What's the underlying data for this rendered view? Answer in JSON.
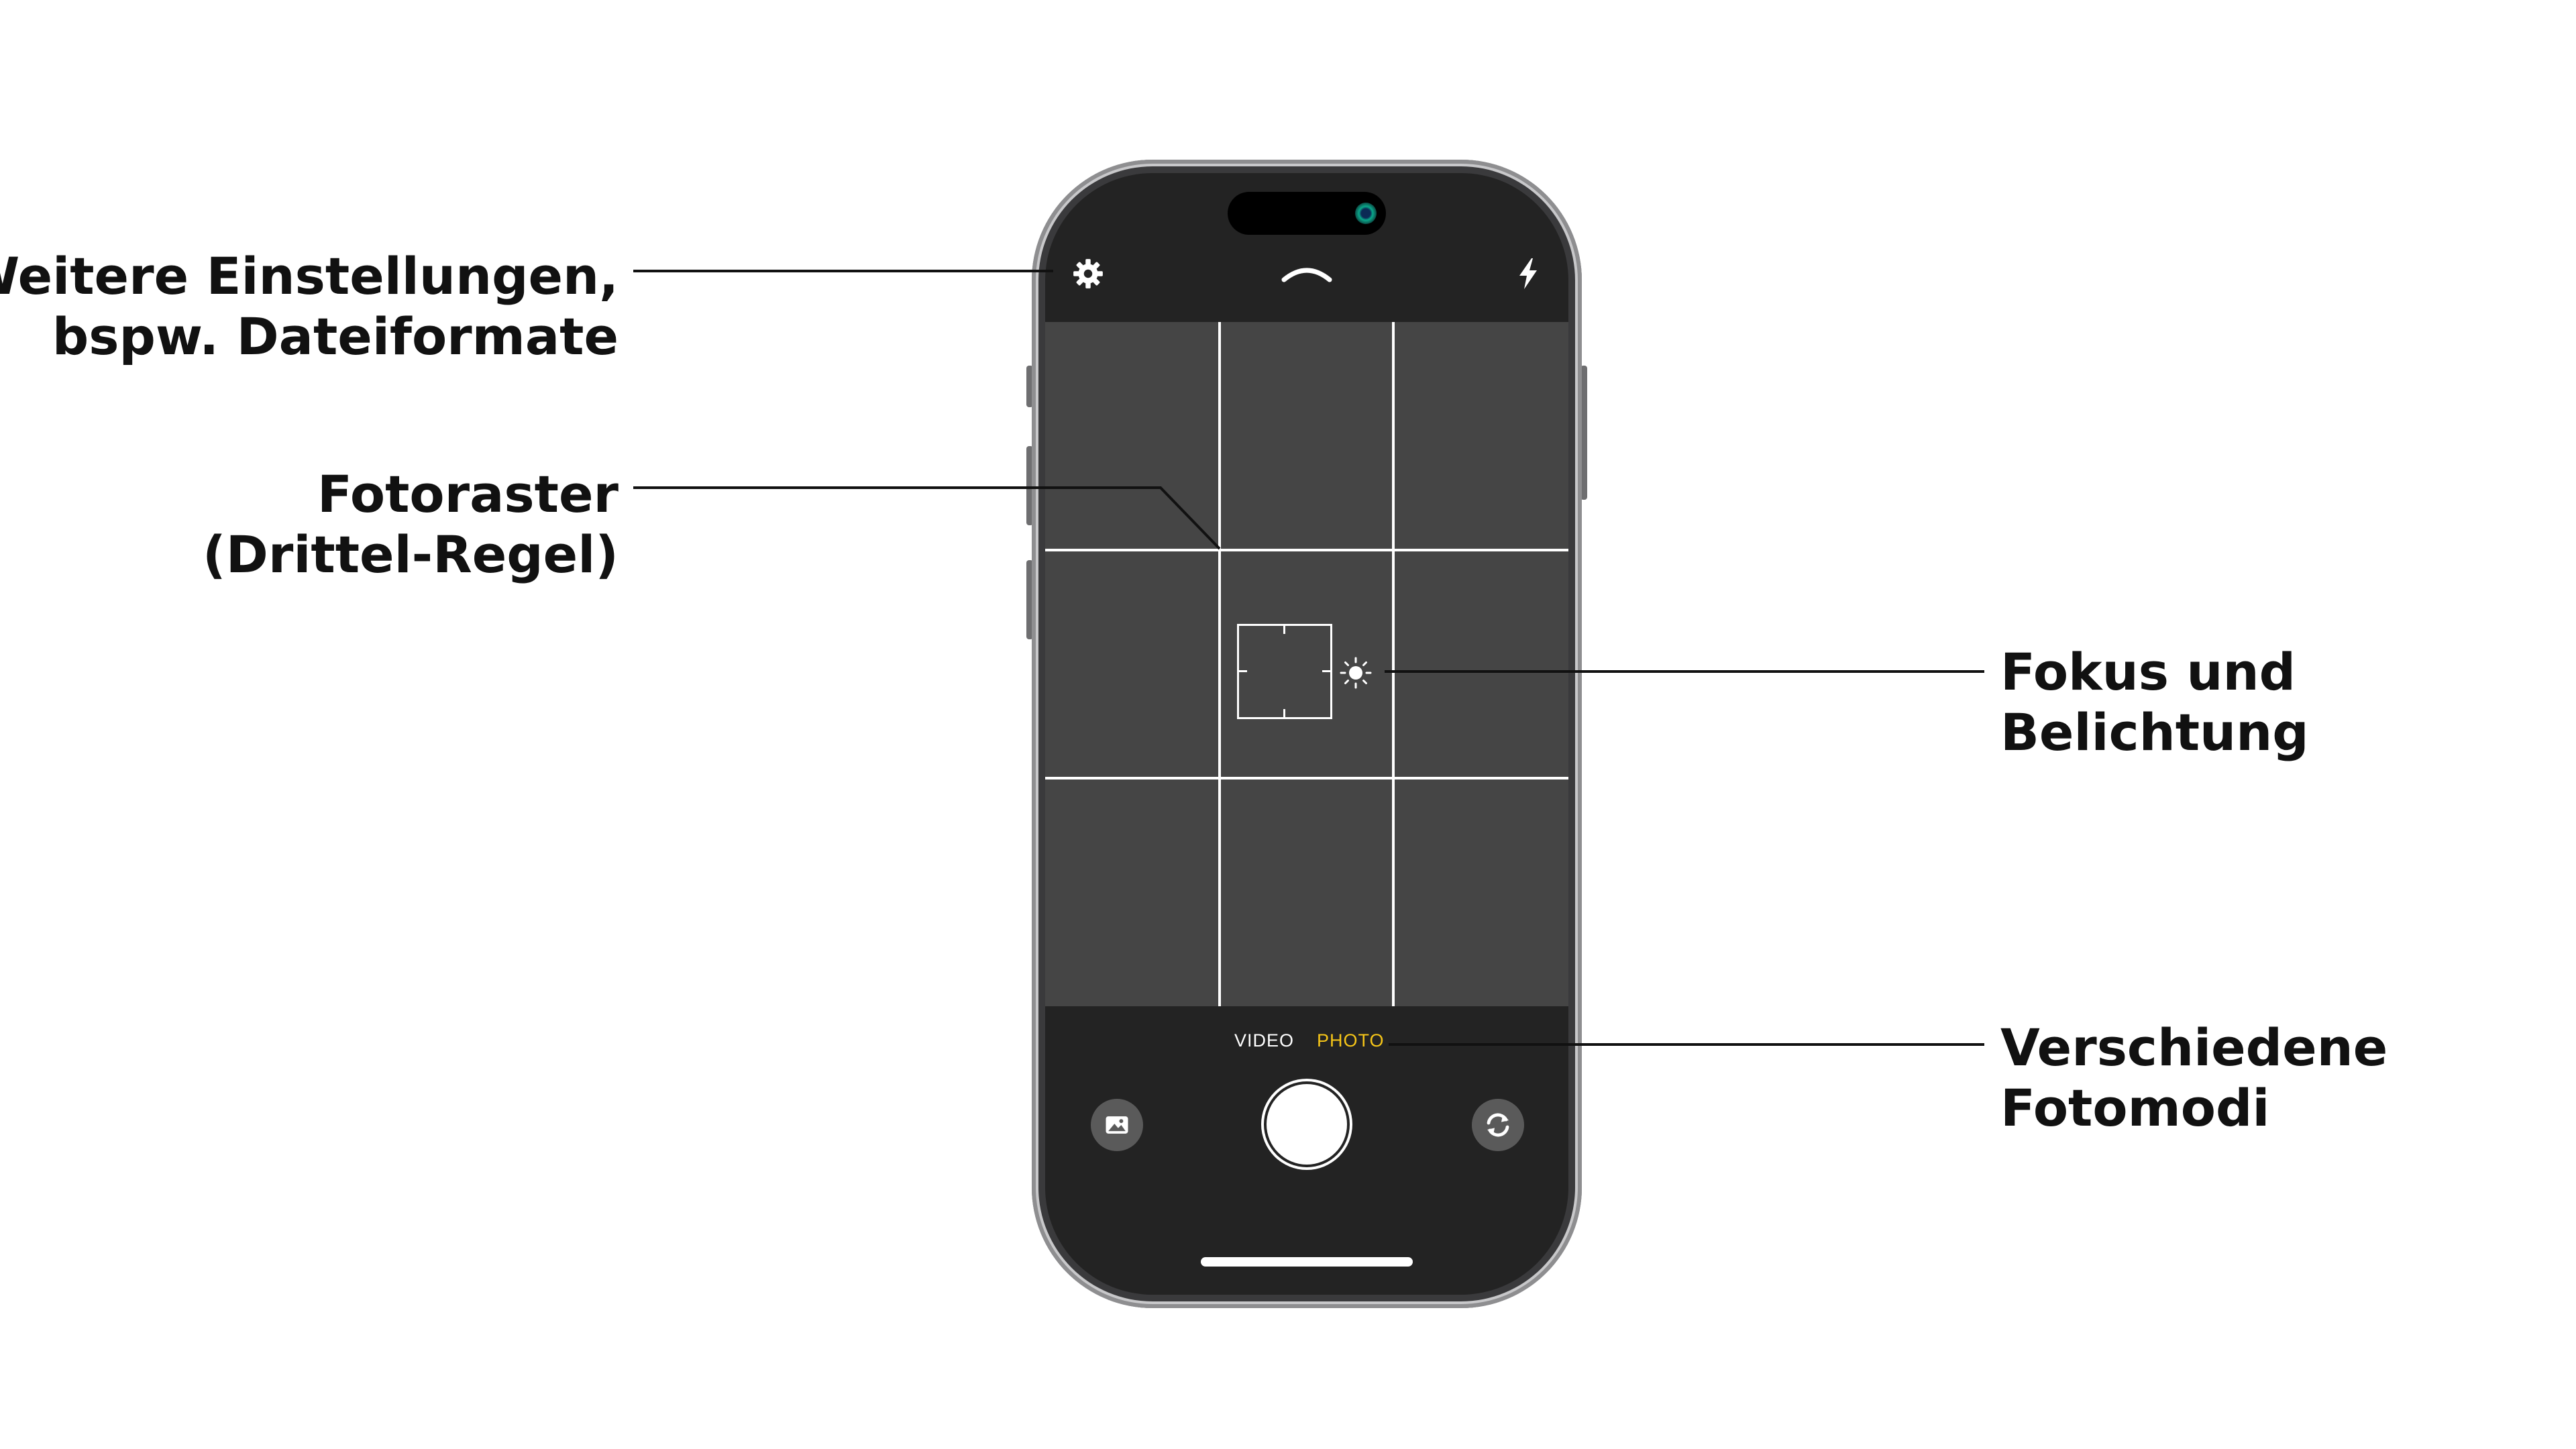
{
  "annotations": {
    "settings": {
      "line1": "Weitere Einstellungen,",
      "line2": "bspw. Dateiformate"
    },
    "grid": {
      "line1": "Fotoraster",
      "line2": "(Drittel-Regel)"
    },
    "focus": {
      "line1": "Fokus und",
      "line2": "Belichtung"
    },
    "modes": {
      "line1": "Verschiedene",
      "line2": "Fotomodi"
    }
  },
  "camera_ui": {
    "top_bar": {
      "settings_icon": "gear-icon",
      "expand_icon": "chevron-up-icon",
      "flash_icon": "flash-icon"
    },
    "viewfinder": {
      "grid": "rule-of-thirds",
      "focus_icon": "focus-square-icon",
      "exposure_icon": "sun-icon"
    },
    "modes": [
      {
        "label": "VIDEO",
        "active": false
      },
      {
        "label": "PHOTO",
        "active": true
      }
    ],
    "bottom_bar": {
      "gallery_icon": "gallery-icon",
      "shutter": "shutter-button",
      "switch_icon": "switch-camera-icon"
    }
  },
  "colors": {
    "active_mode": "#f5c518",
    "screen_bg": "#232323",
    "viewfinder_bg": "#454545",
    "annotation_text": "#111111"
  }
}
